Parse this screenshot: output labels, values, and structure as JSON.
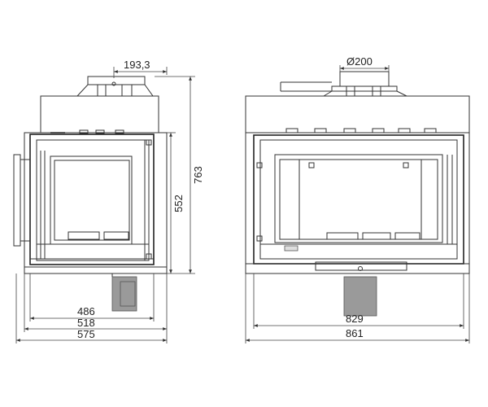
{
  "side_view": {
    "dims": {
      "flue_offset": "193,3",
      "total_height": "763",
      "body_height": "552",
      "width_486": "486",
      "width_518": "518",
      "width_575": "575"
    }
  },
  "front_view": {
    "dims": {
      "flue_diameter": "Ø200",
      "width_829": "829",
      "width_861": "861"
    }
  }
}
